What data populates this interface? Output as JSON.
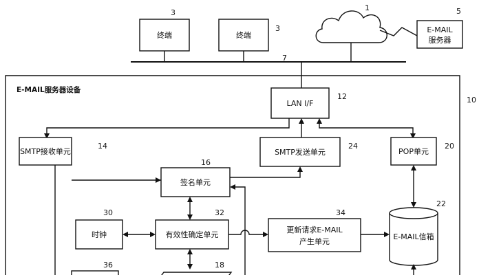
{
  "diagram": {
    "device_title": "E-MAIL服务器设备",
    "boxes": {
      "terminal_a": "终端",
      "terminal_b": "终端",
      "external_server_line1": "E-MAIL",
      "external_server_line2": "服务器",
      "lan_if": "LAN I/F",
      "smtp_receive": "SMTP接收单元",
      "smtp_send": "SMTP发送单元",
      "pop": "POP单元",
      "signature": "签名单元",
      "clock": "时钟",
      "validity": "有效性确定单元",
      "update_request_line1": "更新请求E-MAIL",
      "update_request_line2": "产生单元",
      "mailbox": "E-MAIL信箱"
    },
    "refs": {
      "network": "1",
      "terminal_a": "3",
      "terminal_b": "3",
      "external_server": "5",
      "bus": "7",
      "device": "10",
      "lan_if": "12",
      "smtp_receive": "14",
      "signature": "16",
      "box_18": "18",
      "pop": "20",
      "mailbox": "22",
      "smtp_send": "24",
      "clock": "30",
      "validity": "32",
      "update_request": "34",
      "box_36": "36"
    }
  }
}
